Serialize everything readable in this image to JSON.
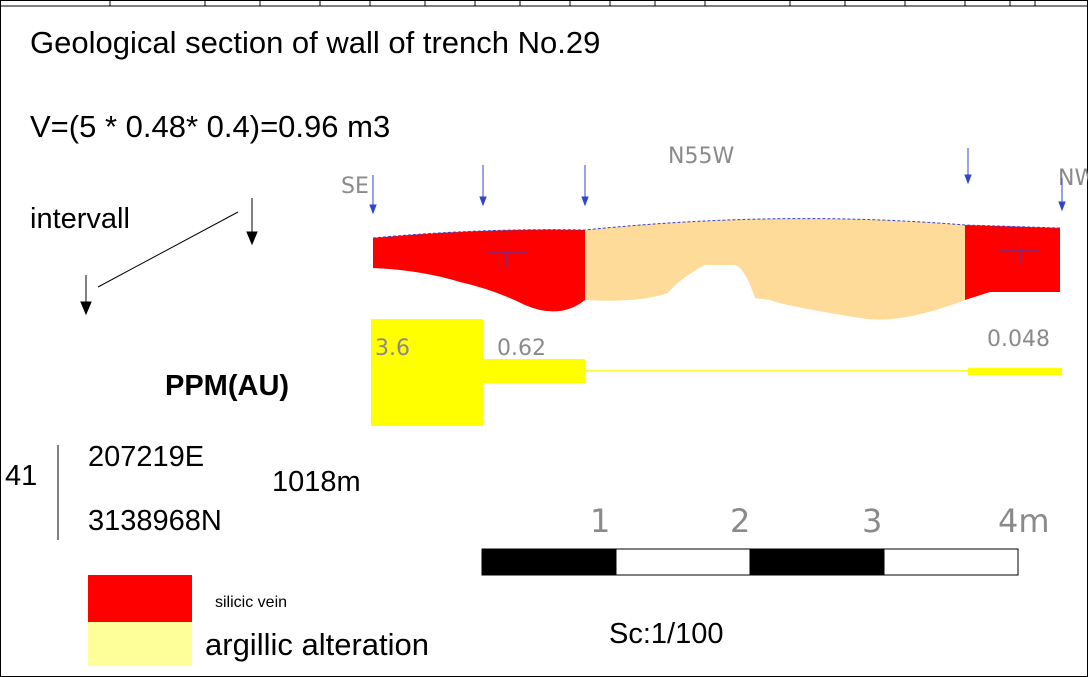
{
  "title": "Geological section of wall of trench No.29",
  "volume": "V=(5 * 0.48* 0.4)=0.96 m3",
  "interval_label": "intervall",
  "direction": {
    "left": "SE",
    "center": "N55W",
    "right": "NW"
  },
  "ppm": {
    "label": "PPM(AU)",
    "values": [
      "3.6",
      "0.62",
      "0.048"
    ]
  },
  "location": {
    "id": "41",
    "easting": "207219E",
    "northing": "3138968N",
    "elevation": "1018m"
  },
  "scale": {
    "ticks": [
      "1",
      "2",
      "3",
      "4m"
    ],
    "label": "Sc:1/100"
  },
  "legend": [
    {
      "label": "silicic vein",
      "color": "#ff0000"
    },
    {
      "label": "argillic alteration",
      "color": "#ffff99"
    }
  ],
  "colors": {
    "silicic_vein": "#ff0000",
    "argillic_fill": "#ffdb99",
    "ppm_bar": "#ffff00",
    "arrow_blue": "#3344cc"
  }
}
